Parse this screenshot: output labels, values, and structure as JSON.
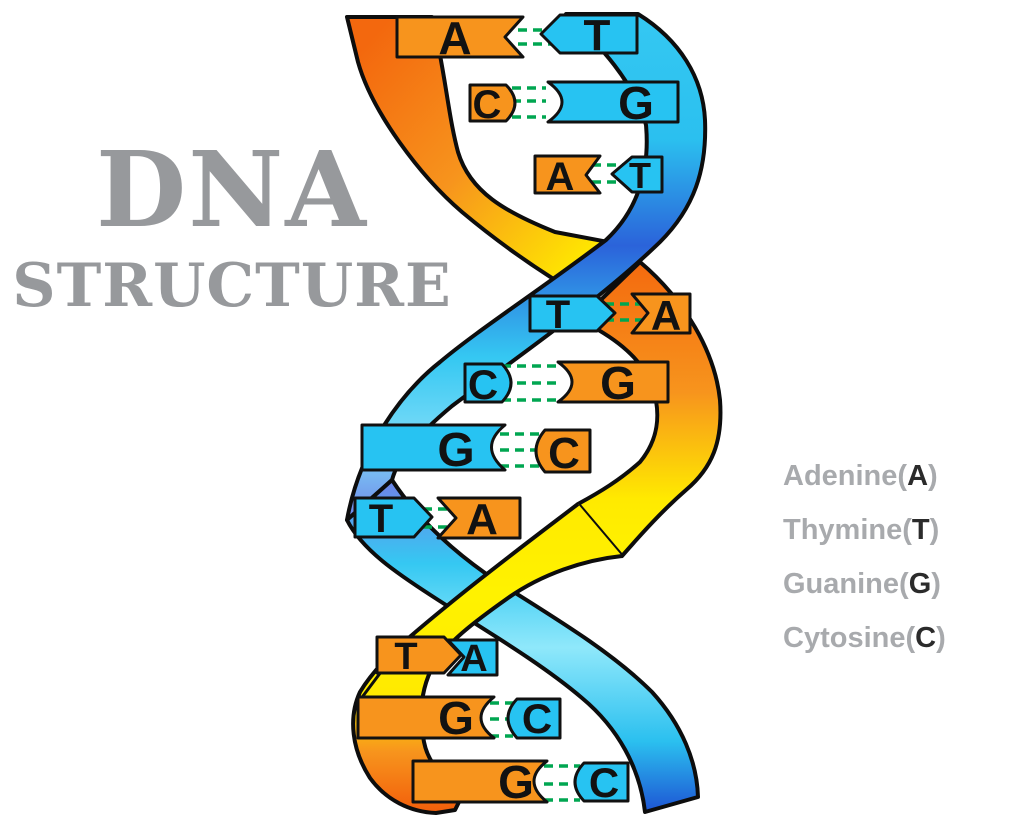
{
  "title": {
    "line1": "DNA",
    "line2": "STRUCTURE"
  },
  "legend": {
    "open_paren": "(",
    "close_paren": ")",
    "items": [
      {
        "name": "Adenine",
        "letter": "A"
      },
      {
        "name": "Thymine",
        "letter": "T"
      },
      {
        "name": "Guanine",
        "letter": "G"
      },
      {
        "name": "Cytosine",
        "letter": "C"
      }
    ]
  },
  "helix": {
    "description": "Double helix, left strand orange-yellow ribbon, right strand cyan-blue ribbon, 10 base-pair rungs joined by green dashed hydrogen bonds",
    "pairs": [
      {
        "left_base": "A",
        "left_color": "#F7941D",
        "right_base": "T",
        "right_color": "#27C3F2"
      },
      {
        "left_base": "C",
        "left_color": "#F7941D",
        "right_base": "G",
        "right_color": "#27C3F2"
      },
      {
        "left_base": "A",
        "left_color": "#F7941D",
        "right_base": "T",
        "right_color": "#27C3F2"
      },
      {
        "left_base": "T",
        "left_color": "#27C3F2",
        "right_base": "A",
        "right_color": "#F7941D"
      },
      {
        "left_base": "C",
        "left_color": "#27C3F2",
        "right_base": "G",
        "right_color": "#F7941D"
      },
      {
        "left_base": "G",
        "left_color": "#27C3F2",
        "right_base": "C",
        "right_color": "#F7941D"
      },
      {
        "left_base": "T",
        "left_color": "#27C3F2",
        "right_base": "A",
        "right_color": "#F7941D"
      },
      {
        "left_base": "T",
        "left_color": "#F7941D",
        "right_base": "A",
        "right_color": "#27C3F2"
      },
      {
        "left_base": "G",
        "left_color": "#F7941D",
        "right_base": "C",
        "right_color": "#27C3F2"
      },
      {
        "left_base": "G",
        "left_color": "#F7941D",
        "right_base": "C",
        "right_color": "#27C3F2"
      }
    ]
  },
  "colors": {
    "background": "#FFFFFF",
    "rung_orange": "#F7941D",
    "rung_cyan": "#27C3F2",
    "bond_green": "#00A651",
    "outline_black": "#0D0D0D",
    "base_letter": "#121212",
    "strand_orange": "#F3680E",
    "strand_orange_mid": "#F7941D",
    "strand_yellow": "#FFEA00",
    "strand_yellow_bright": "#FFF200",
    "strand_orange_deep": "#F25C0A",
    "strand_cyan": "#35C8F2",
    "strand_cyan_mid": "#2BC0EF",
    "strand_cyan_light": "#8FE8FB",
    "strand_blue": "#2B63DA",
    "strand_blue_deep": "#1D50D3",
    "strand_sky": "#7EDCF8",
    "strand_violet": "#6F83E8",
    "title_gray": "#97999C",
    "legend_gray": "#A8AAAD",
    "legend_dark": "#2B2B2B"
  }
}
